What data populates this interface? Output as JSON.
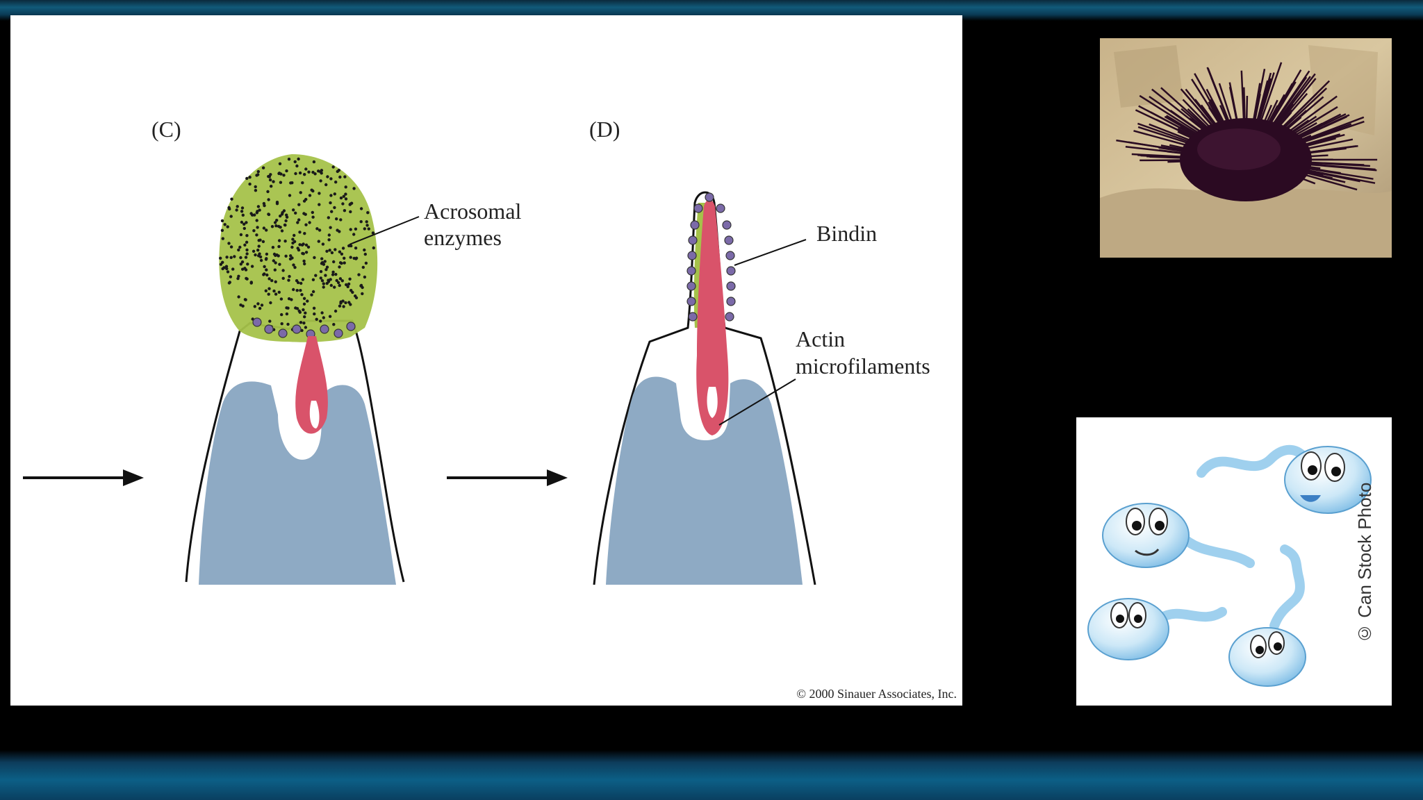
{
  "panel_c": {
    "label": "(C)",
    "callout_acrosomal_line1": "Acrosomal",
    "callout_acrosomal_line2": "enzymes"
  },
  "panel_d": {
    "label": "(D)",
    "callout_bindin": "Bindin",
    "callout_actin_line1": "Actin",
    "callout_actin_line2": "microfilaments"
  },
  "copyright": "© 2000 Sinauer Associates, Inc.",
  "cartoon_watermark": "© Can Stock Photo",
  "colors": {
    "nucleus_blue": "#8eaac4",
    "actin_red": "#d9536a",
    "enzyme_green": "#a5c24a",
    "bindin_purple": "#6d5a9c",
    "background": "#000000"
  }
}
